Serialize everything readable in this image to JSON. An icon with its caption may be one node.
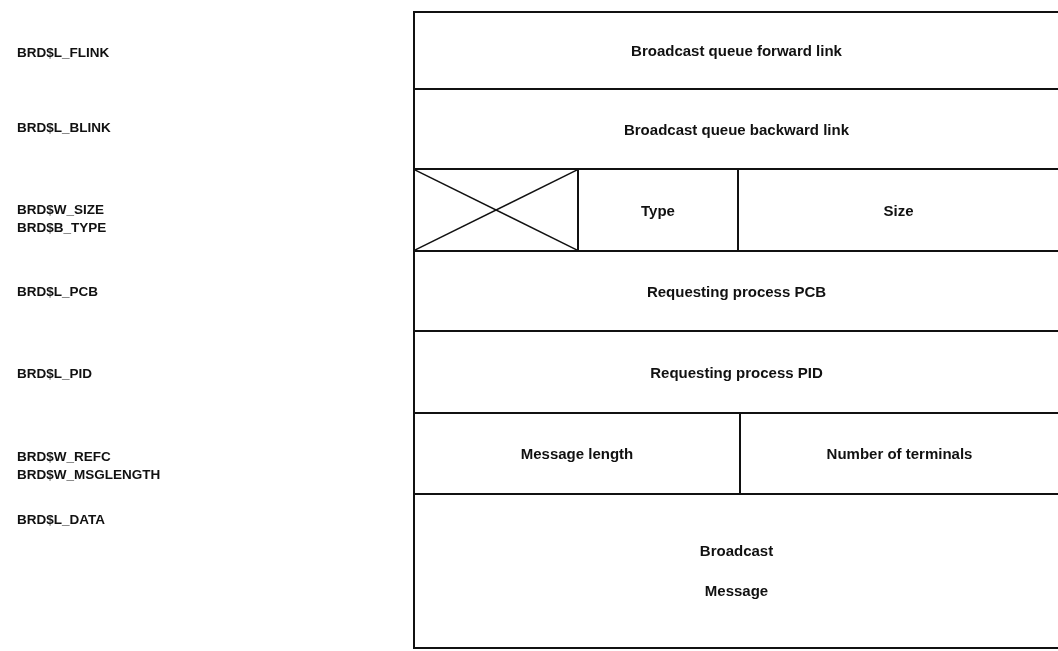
{
  "diagram": {
    "nodes": [
      {
        "text": [
          "Broadcast queue forward link"
        ]
      },
      {
        "text": [
          "Broadcast queue backward link"
        ]
      },
      {
        "text": [],
        "shape": "box"
      },
      {
        "text": [
          "Type"
        ]
      },
      {
        "text": [
          "Size"
        ]
      },
      {
        "text": [
          "Requesting process PCB"
        ]
      },
      {
        "text": [
          "Requesting process PID"
        ]
      },
      {
        "text": [
          "Message length"
        ]
      },
      {
        "text": [
          "Number of terminals"
        ]
      },
      {
        "text": [
          "Broadcast Message"
        ]
      }
    ],
    "labels": [
      "BRD$L_FLINK",
      "BRD$L_BLINK",
      "BRD$W_SIZE",
      "BRD$B_TYPE",
      "BRD$L_PCB",
      "BRD$L_PID",
      "BRD$W_REFC",
      "BRD$W_MSGLENGTH",
      "BRD$L_DATA"
    ]
  }
}
